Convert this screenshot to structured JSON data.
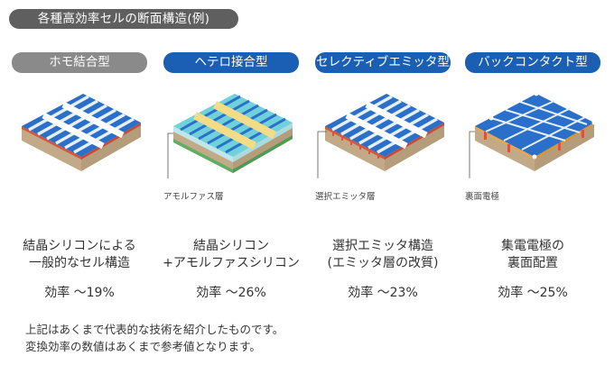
{
  "title": "各種高効率セルの断面構造(例)",
  "cells": [
    {
      "name": "ホモ結合型",
      "color": "gray",
      "callout": "",
      "desc_line1": "結晶シリコンによる",
      "desc_line2": "一般的なセル構造",
      "efficiency": "効率 ～19%"
    },
    {
      "name": "ヘテロ接合型",
      "color": "blue",
      "callout": "アモルファス層",
      "desc_line1": "結晶シリコン",
      "desc_line2": "+アモルファスシリコン",
      "efficiency": "効率 ～26%"
    },
    {
      "name": "セレクティブエミッタ型",
      "color": "blue",
      "callout": "選択エミッタ層",
      "desc_line1": "選択エミッタ構造",
      "desc_line2": "(エミッタ層の改質)",
      "efficiency": "効率 ～23%"
    },
    {
      "name": "バックコンタクト型",
      "color": "blue",
      "callout": "裏面電極",
      "desc_line1": "集電電極の",
      "desc_line2": "裏面配置",
      "efficiency": "効率 ～25%"
    }
  ],
  "notes": {
    "line1": "上記はあくまで代表的な技術を紹介したものです。",
    "line2": "変換効率の数値はあくまで参考値となります。"
  },
  "colors": {
    "title_bg": "#5f5f5f",
    "pill_gray": "#8a8a8a",
    "pill_blue": "#1a5fb4",
    "cell_blue": "#2a6fc9",
    "finger": "#e6eef6",
    "busbar_white": "#ffffff",
    "busbar_yellow": "#f4dc86",
    "amorphous_teal": "#bfe7ea",
    "substrate": "#cdb79a",
    "emitter_red": "#d9553a",
    "back_electrode": "#e8a84a"
  }
}
